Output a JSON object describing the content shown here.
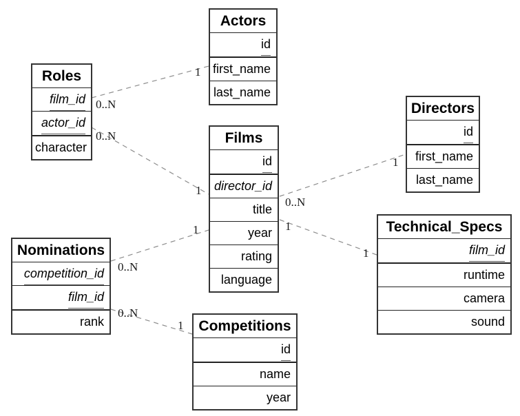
{
  "diagram": {
    "type": "entity-relationship",
    "colors": {
      "background": "#ffffff",
      "table_border": "#333333",
      "text": "#000000",
      "relationship_line": "#8c8c8c"
    },
    "tables": {
      "actors": {
        "title": "Actors",
        "fields": [
          {
            "name": "id",
            "key": "pk"
          },
          {
            "name": "first_name",
            "key": ""
          },
          {
            "name": "last_name",
            "key": ""
          }
        ]
      },
      "roles": {
        "title": "Roles",
        "fields": [
          {
            "name": "film_id",
            "key": "pk-fk"
          },
          {
            "name": "actor_id",
            "key": "pk-fk"
          },
          {
            "name": "character",
            "key": ""
          }
        ]
      },
      "films": {
        "title": "Films",
        "fields": [
          {
            "name": "id",
            "key": "pk"
          },
          {
            "name": "director_id",
            "key": "fk"
          },
          {
            "name": "title",
            "key": ""
          },
          {
            "name": "year",
            "key": ""
          },
          {
            "name": "rating",
            "key": ""
          },
          {
            "name": "language",
            "key": ""
          }
        ]
      },
      "directors": {
        "title": "Directors",
        "fields": [
          {
            "name": "id",
            "key": "pk"
          },
          {
            "name": "first_name",
            "key": ""
          },
          {
            "name": "last_name",
            "key": ""
          }
        ]
      },
      "technical_specs": {
        "title": "Technical_Specs",
        "fields": [
          {
            "name": "film_id",
            "key": "pk-fk"
          },
          {
            "name": "runtime",
            "key": ""
          },
          {
            "name": "camera",
            "key": ""
          },
          {
            "name": "sound",
            "key": ""
          }
        ]
      },
      "nominations": {
        "title": "Nominations",
        "fields": [
          {
            "name": "competition_id",
            "key": "pk-fk"
          },
          {
            "name": "film_id",
            "key": "pk-fk"
          },
          {
            "name": "rank",
            "key": ""
          }
        ]
      },
      "competitions": {
        "title": "Competitions",
        "fields": [
          {
            "name": "id",
            "key": "pk"
          },
          {
            "name": "name",
            "key": ""
          },
          {
            "name": "year",
            "key": ""
          }
        ]
      }
    },
    "relationships": [
      {
        "from": "Roles",
        "to": "Actors",
        "from_card": "0..N",
        "to_card": "1"
      },
      {
        "from": "Roles",
        "to": "Films",
        "from_card": "0..N",
        "to_card": "1"
      },
      {
        "from": "Films",
        "to": "Directors",
        "from_card": "0..N",
        "to_card": "1"
      },
      {
        "from": "Films",
        "to": "Technical_Specs",
        "from_card": "1",
        "to_card": "1"
      },
      {
        "from": "Nominations",
        "to": "Films",
        "from_card": "0..N",
        "to_card": "1"
      },
      {
        "from": "Nominations",
        "to": "Competitions",
        "from_card": "0..N",
        "to_card": "1"
      }
    ]
  }
}
